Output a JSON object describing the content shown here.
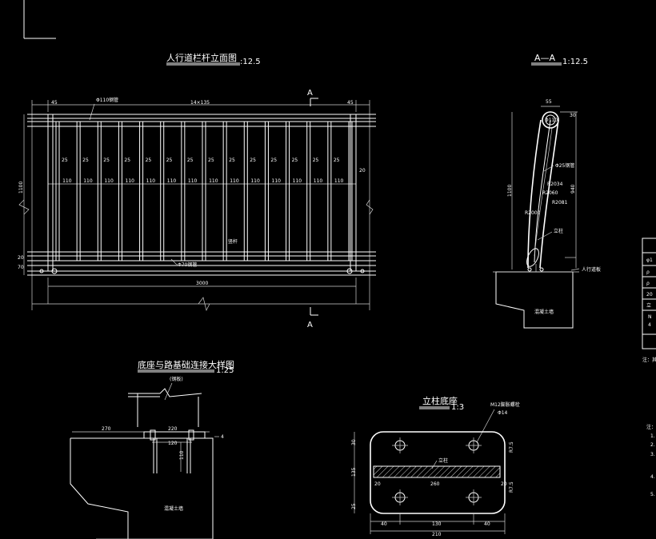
{
  "views": {
    "elevation": {
      "title": "人行道栏杆立面图",
      "scale": ":12.5",
      "section_mark": "A",
      "dims": {
        "top_total": "14×135",
        "top_left": "45",
        "top_right": "45",
        "height": "1100",
        "base_a": "20",
        "base_b": "70",
        "bottom": "3000",
        "side_right": "20",
        "spacings": [
          "110",
          "110",
          "110",
          "110",
          "110",
          "110",
          "110",
          "110",
          "110",
          "110",
          "110",
          "110",
          "110",
          "110"
        ],
        "bar_widths": [
          "25",
          "25",
          "25",
          "25",
          "25",
          "25",
          "25",
          "25",
          "25",
          "25",
          "25",
          "25",
          "25",
          "25"
        ]
      },
      "labels": {
        "top_rail": "Φ110钢管",
        "bottom_rail": "Φ70钢管",
        "infill": "竖杆"
      }
    },
    "section": {
      "title": "A—A",
      "scale": "1:12.5",
      "dims": {
        "top": "55",
        "top_r": "30",
        "height": "1100",
        "mid": "940"
      },
      "labels": {
        "pipe": "Φ110",
        "bar": "Φ25钢管",
        "r1": "R2034",
        "r2": "R2060",
        "r3": "R2081",
        "r4": "R2000",
        "post": "立柱",
        "sidewalk": "人行道板",
        "curb": "混凝土墙"
      }
    },
    "anchor_detail": {
      "title": "底座与路基础连接大样图",
      "scale": "1:25",
      "note": "(钢板)",
      "dims": {
        "left": "270",
        "mid": "220",
        "bolt": "120",
        "depth": "110",
        "r": "4"
      },
      "labels": {
        "block": "混凝土墙"
      }
    },
    "base_plate": {
      "title": "立柱底座",
      "scale": "1:3",
      "bolt_label": "M12膨胀螺栓",
      "hole": "Φ14",
      "post_label": "立柱",
      "dims": {
        "total": "210",
        "left": "40",
        "mid": "130",
        "right": "40",
        "height": "135",
        "h_top": "30",
        "h_bot": "25",
        "inner": "260",
        "r_top": "R7.5",
        "r_bot": "R7.5",
        "slot_l": "20",
        "slot_r": "20"
      }
    }
  },
  "table_fragments": [
    "φ1",
    "ρ",
    "ρ",
    "20",
    "立",
    "N",
    "4"
  ],
  "notes": {
    "table_note": "注：其",
    "note_head": "注：",
    "note_nums": [
      "1.",
      "2.",
      "3.",
      "4.",
      "5."
    ]
  }
}
